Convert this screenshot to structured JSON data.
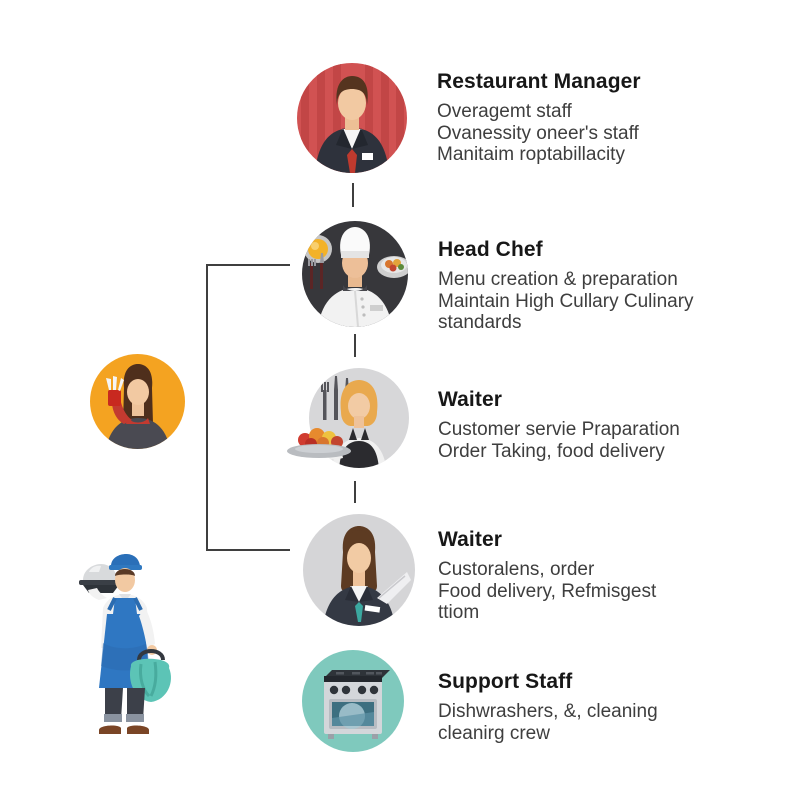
{
  "diagram": {
    "type": "restaurant-staff-hierarchy",
    "nodes": [
      {
        "role": "Restaurant Manager",
        "lines": [
          "Overagemt staff",
          "Ovanessity oneer's staff",
          "Manitaim roptabillacity"
        ],
        "icon": "manager-avatar-icon",
        "icon_bg": "#d15252"
      },
      {
        "role": "Head Chef",
        "lines": [
          "Menu creation & preparation",
          "Maintain High Cullary Culinary",
          "standards"
        ],
        "icon": "chef-avatar-icon",
        "icon_bg": "#37373b"
      },
      {
        "role": "Waiter",
        "lines": [
          "Customer servie Praparation",
          "Order Taking, food delivery"
        ],
        "icon": "waitress-serving-icon",
        "icon_bg": "#d7d7d9"
      },
      {
        "role": "Waiter",
        "lines": [
          "Custoralens, order",
          "Food delivery, Refmisgest",
          "ttiom"
        ],
        "icon": "hostess-avatar-icon",
        "icon_bg": "#d5d5d7"
      },
      {
        "role": "Support Staff",
        "lines": [
          "Dishwrashers, &, cleaning",
          "cleanirg crew"
        ],
        "icon": "stove-icon",
        "icon_bg": "#7fc9bd"
      }
    ],
    "side_figures": [
      {
        "icon": "cook-woman-avatar-icon",
        "icon_bg": "#f4a321"
      },
      {
        "icon": "cleaner-figure-icon",
        "icon_bg": "#ffffff"
      }
    ],
    "colors": {
      "connector": "#3f3f3f",
      "title_text": "#171717",
      "body_text": "#3e3e3e",
      "manager_bg": "#d15252",
      "chef_bg": "#37373b",
      "waiter_bg": "#d7d7d9",
      "support_bg": "#7fc9bd",
      "side_orange": "#f4a321"
    }
  }
}
